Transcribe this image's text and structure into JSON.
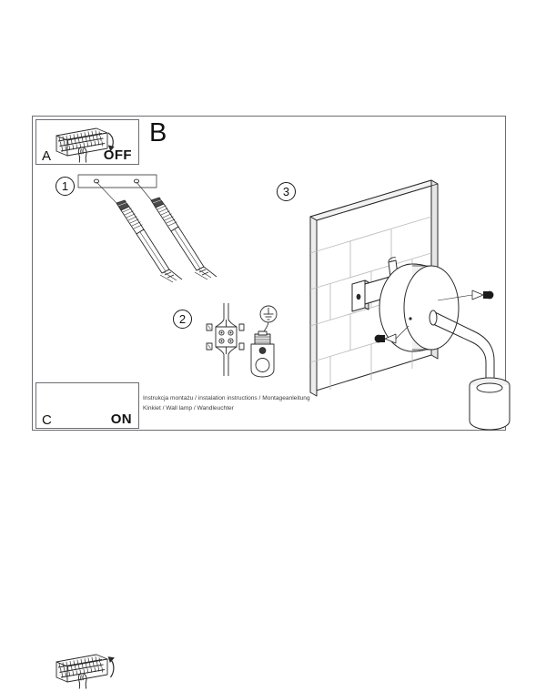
{
  "document": {
    "type": "installation-instruction-sheet",
    "product": "Kinkiet / Wall lamp / Wandleuchter",
    "caption_line_1": "Instrukcja montażu / instalation instructions / Montageanleitung",
    "caption_line_2": "Kinkiet / Wall lamp / Wandleuchter"
  },
  "panels": {
    "a": {
      "letter": "A",
      "state": "OFF",
      "icon": "fuse-box-hand-switch-off-icon"
    },
    "b": {
      "letter": "B"
    },
    "c": {
      "letter": "C",
      "state": "ON",
      "icon": "fuse-box-hand-switch-on-icon"
    }
  },
  "steps": [
    {
      "number": "1",
      "icon": "wall-plate-anchors-screws-icon",
      "description": "Mounting plate with two wall plugs and screws"
    },
    {
      "number": "2",
      "icon": "terminal-block-earth-connector-icon",
      "description": "Wire terminal block connection with protective earth"
    },
    {
      "number": "3",
      "icon": "wall-lamp-mounting-tiled-wall-icon",
      "description": "Mount lamp body to bracket on tiled wall and fix with screws"
    }
  ],
  "colors": {
    "frame_stroke": "#6d6d72",
    "line_stroke": "#2a2a2a",
    "fill_light": "#f2f2f2",
    "fill_mid": "#e2e2e2",
    "fill_dark": "#1a1a1a",
    "background": "#ffffff",
    "caption_text": "#3c3c40"
  }
}
